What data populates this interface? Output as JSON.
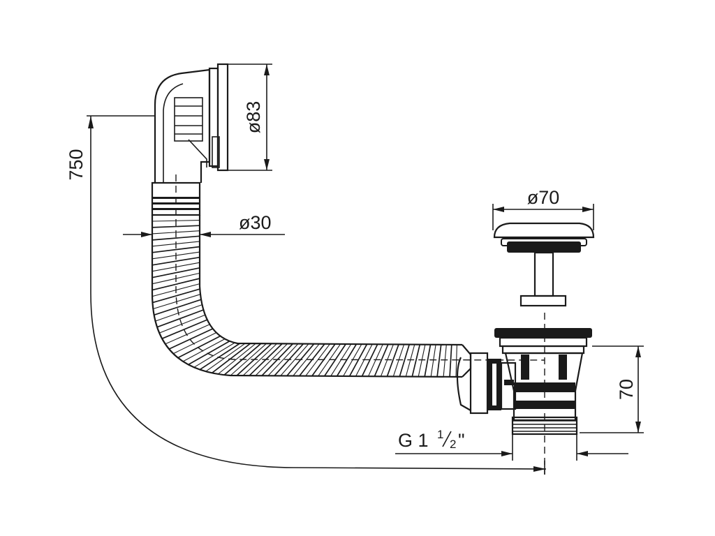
{
  "dimensions": {
    "length": "750",
    "overflow_diameter": "ø83",
    "hose_diameter": "ø30",
    "plug_diameter": "ø70",
    "drain_height": "70",
    "thread_prefix": "G 1",
    "thread_numerator": "1",
    "thread_denominator": "2",
    "thread_inch": "\""
  },
  "colors": {
    "line": "#1a1a1a",
    "background": "#ffffff"
  }
}
